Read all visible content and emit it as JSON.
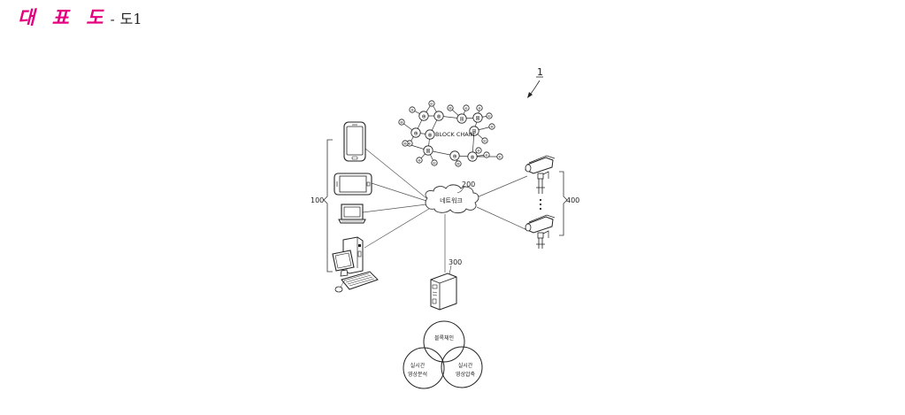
{
  "header": {
    "title": "대 표 도",
    "separator": "-",
    "figure": "도1"
  },
  "diagram": {
    "system_ref": "1",
    "blockchain_label": "BLOCK CHAIN",
    "network_label": "네트워크",
    "network_ref": "200",
    "clients_ref": "100",
    "server_ref": "300",
    "cameras_ref": "400",
    "venn": {
      "top": "블록체인",
      "left_line1": "실시간",
      "left_line2": "영상분석",
      "right_line1": "실시간",
      "right_line2": "영상압축"
    },
    "node_glyphs": [
      "⊕",
      "⊗",
      "⊞",
      "⊠"
    ]
  }
}
